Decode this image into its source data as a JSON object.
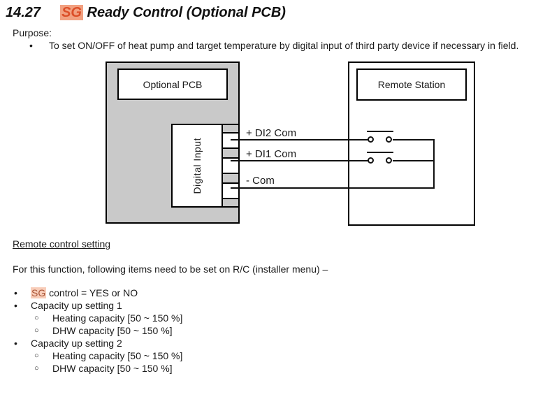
{
  "heading": {
    "number": "14.27",
    "highlighted": "SG",
    "rest": " Ready Control (Optional PCB)"
  },
  "purpose": {
    "label": "Purpose:",
    "bullet_glyph": "•",
    "text": "To set ON/OFF of heat pump and target temperature by digital input of third party device if necessary in field."
  },
  "diagram": {
    "optional_pcb_label": "Optional PCB",
    "digital_input_label": "Digital Input",
    "remote_station_label": "Remote Station",
    "wire_labels": {
      "di2": "+ DI2 Com",
      "di1": "+ DI1 Com",
      "com": "- Com"
    }
  },
  "remote_setting": {
    "title": "Remote control setting",
    "intro": "For this function, following items need to be set on R/C (installer menu) –",
    "bullet_glyph": "•",
    "sub_bullet_glyph": "○",
    "items": [
      {
        "level": 1,
        "highlight": "SG",
        "text": " control = YES or NO"
      },
      {
        "level": 1,
        "text": "Capacity up setting 1"
      },
      {
        "level": 2,
        "text": "Heating capacity [50 ~ 150 %]"
      },
      {
        "level": 2,
        "text": "DHW capacity [50 ~ 150 %]"
      },
      {
        "level": 1,
        "text": "Capacity up setting 2"
      },
      {
        "level": 2,
        "text": "Heating capacity [50 ~ 150 %]"
      },
      {
        "level": 2,
        "text": "DHW capacity [50 ~ 150 %]"
      }
    ]
  },
  "colors": {
    "heading_highlight_bg": "#F2A181",
    "heading_highlight_text": "#DC4F28",
    "body_highlight_bg": "#F8CDB9",
    "body_highlight_text": "#AA5638",
    "pcb_fill": "#C9C9C9",
    "line": "#111111"
  }
}
